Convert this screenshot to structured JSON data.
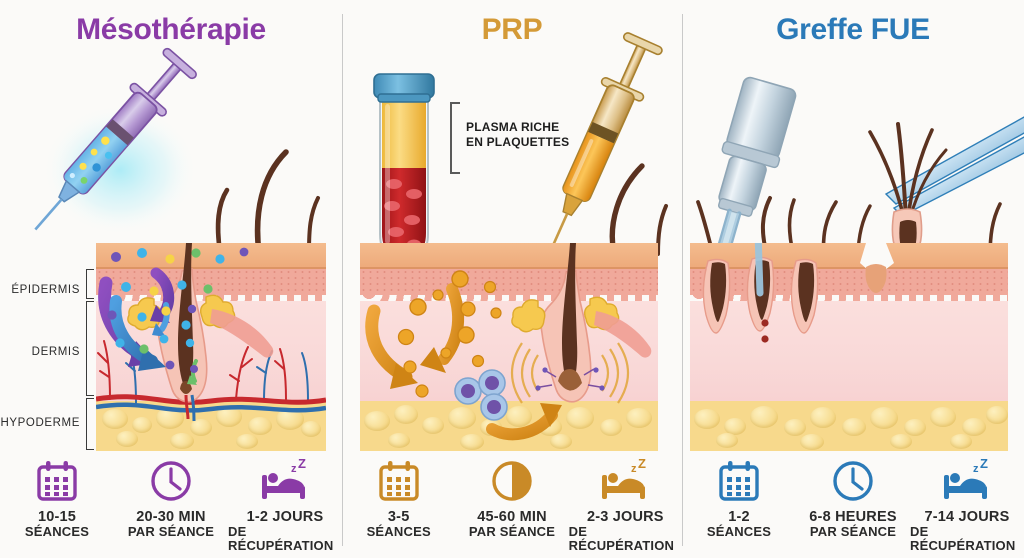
{
  "background_color": "#fbfaf8",
  "divider_color": "#c9c9c9",
  "columns": [
    {
      "id": "mesotherapie",
      "title": "Mésothérapie",
      "accent": "#8a3ba6",
      "stats": [
        {
          "icon": "calendar-icon",
          "line1": "10-15",
          "line2": "SÉANCES"
        },
        {
          "icon": "clock-icon",
          "line1": "20-30 MIN",
          "line2": "PAR SÉANCE"
        },
        {
          "icon": "bed-rest-icon",
          "line1": "1-2 JOURS",
          "line2": "DE RÉCUPÉRATION"
        }
      ]
    },
    {
      "id": "prp",
      "title": "PRP",
      "accent": "#d49a37",
      "tube_label_line1": "PLASMA RICHE",
      "tube_label_line2": "EN PLAQUETTES",
      "stats": [
        {
          "icon": "calendar-icon",
          "line1": "3-5",
          "line2": "SÉANCES"
        },
        {
          "icon": "half-circle-icon",
          "line1": "45-60 MIN",
          "line2": "PAR SÉANCE"
        },
        {
          "icon": "bed-rest-icon",
          "line1": "2-3 JOURS",
          "line2": "DE RÉCUPÉRATION"
        }
      ]
    },
    {
      "id": "greffe-fue",
      "title": "Greffe FUE",
      "accent": "#2b7ab8",
      "stats": [
        {
          "icon": "calendar-icon",
          "line1": "1-2",
          "line2": "SÉANCES"
        },
        {
          "icon": "clock-icon",
          "line1": "6-8 HEURES",
          "line2": "PAR SÉANCE"
        },
        {
          "icon": "bed-rest-icon",
          "line1": "7-14 JOURS",
          "line2": "DE RÉCUPÉRATION"
        }
      ]
    }
  ],
  "skin_layers": [
    {
      "name": "epidermis",
      "label": "ÉPIDERMIS"
    },
    {
      "name": "dermis",
      "label": "DERMIS"
    },
    {
      "name": "hypodermis",
      "label": "HYPODERME"
    }
  ],
  "skin_colors": {
    "surface": "#f1ae80",
    "epidermis": "#f0a99b",
    "dermis": "#f9d9d8",
    "hypodermis": "#f7d98c",
    "hair": "#5b3220",
    "artery": "#c7292e",
    "vein": "#2f6fae"
  }
}
